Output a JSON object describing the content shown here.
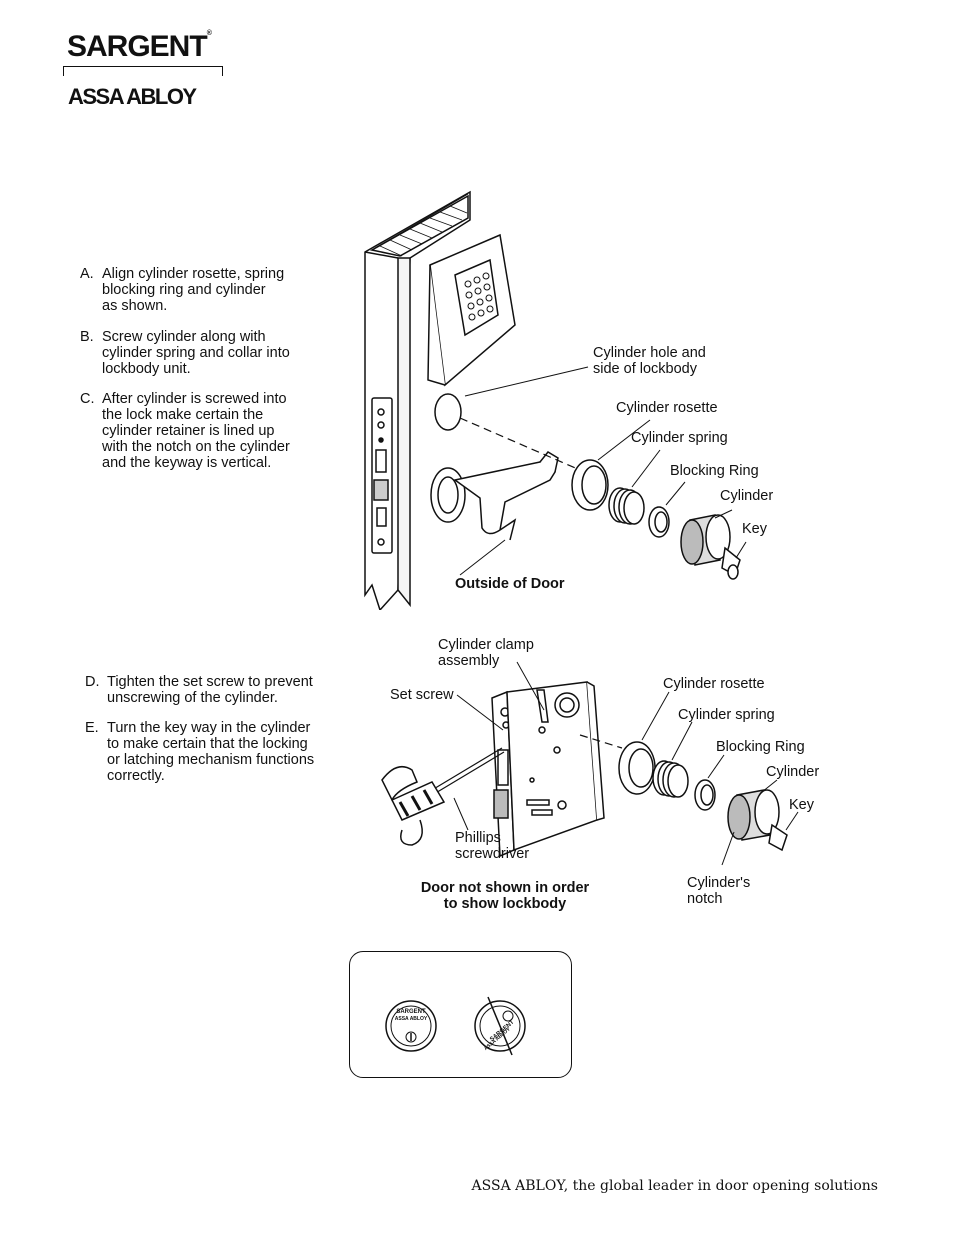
{
  "brand": {
    "name": "SARGENT",
    "mark": "®",
    "parent": "ASSA ABLOY"
  },
  "steps_top": [
    {
      "letter": "A.",
      "text": "Align cylinder rosette, spring\nblocking ring and cylinder\nas shown."
    },
    {
      "letter": "B.",
      "text": "Screw cylinder along with\ncylinder spring and collar into\nlockbody unit."
    },
    {
      "letter": "C.",
      "text": "After cylinder is screwed into\nthe lock make certain the\ncylinder retainer is lined up\nwith the notch on the cylinder\nand the keyway is vertical."
    }
  ],
  "steps_bottom": [
    {
      "letter": "D.",
      "text": "Tighten the set screw to prevent\nunscrewing of the cylinder."
    },
    {
      "letter": "E.",
      "text": "Turn the key way in the cylinder\nto make certain that the locking\nor latching mechanism functions\ncorrectly."
    }
  ],
  "figure1": {
    "labels": {
      "cylinder_hole": "Cylinder hole and\nside of lockbody",
      "cylinder_rosette": "Cylinder rosette",
      "cylinder_spring": "Cylinder spring",
      "blocking_ring": "Blocking Ring",
      "cylinder": "Cylinder",
      "key": "Key"
    },
    "caption": "Outside of Door"
  },
  "figure2": {
    "labels": {
      "clamp": "Cylinder clamp\nassembly",
      "set_screw": "Set screw",
      "cylinder_rosette": "Cylinder rosette",
      "cylinder_spring": "Cylinder spring",
      "blocking_ring": "Blocking Ring",
      "cylinder": "Cylinder",
      "key": "Key",
      "screwdriver": "Phillips\nscrewdriver",
      "notch": "Cylinder's\nnotch"
    },
    "caption": "Door not shown in order\nto show lockbody"
  },
  "orientation_box": {
    "correct_face": [
      "SARGENT",
      "ASSA ABLOY"
    ],
    "wrong_face": [
      "SARGENT",
      "ASSA ABLOY"
    ]
  },
  "footer": "ASSA ABLOY, the global leader in door opening solutions"
}
